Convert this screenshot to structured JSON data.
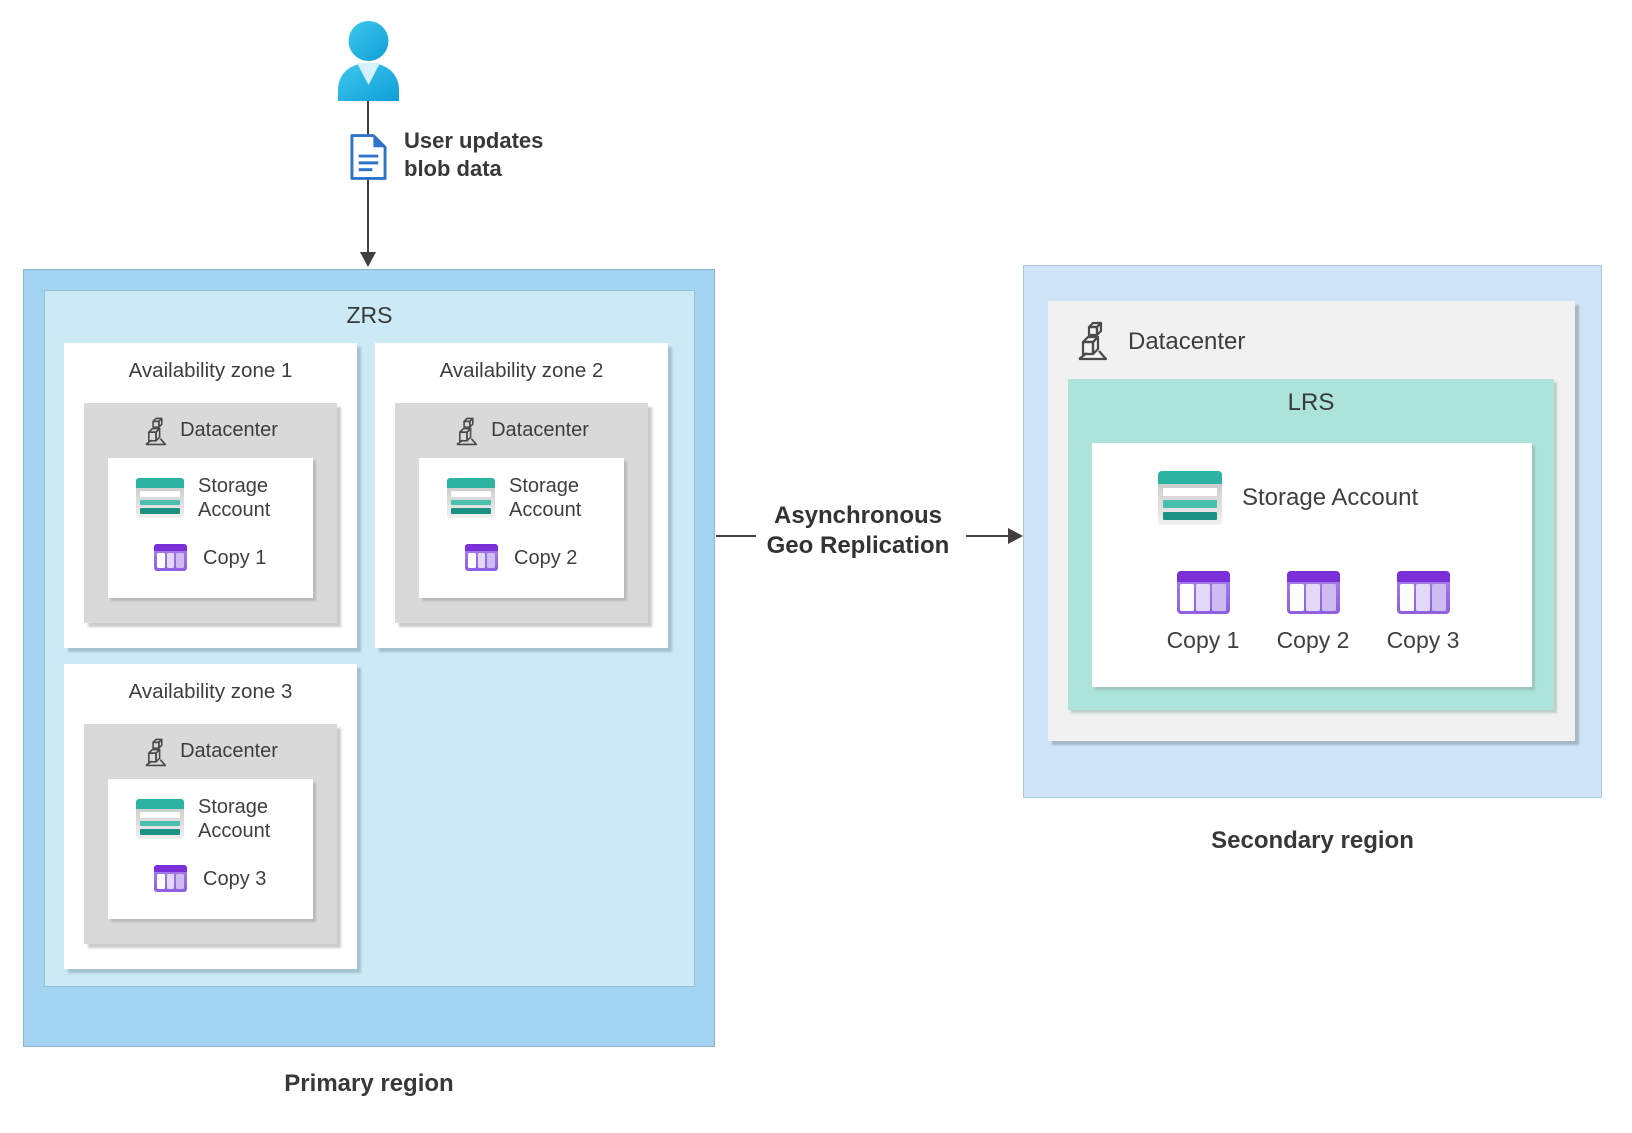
{
  "user_flow": {
    "label": "User updates blob data",
    "person_icon": "person-icon",
    "document_icon": "document-icon"
  },
  "primary": {
    "zrs_label": "ZRS",
    "region_label": "Primary region",
    "zones": [
      {
        "title": "Availability zone 1",
        "datacenter_label": "Datacenter",
        "storage_label": "Storage Account",
        "copy_label": "Copy 1"
      },
      {
        "title": "Availability zone 2",
        "datacenter_label": "Datacenter",
        "storage_label": "Storage Account",
        "copy_label": "Copy 2"
      },
      {
        "title": "Availability zone 3",
        "datacenter_label": "Datacenter",
        "storage_label": "Storage Account",
        "copy_label": "Copy 3"
      }
    ]
  },
  "replication": {
    "label": "Asynchronous Geo Replication"
  },
  "secondary": {
    "datacenter_label": "Datacenter",
    "lrs_label": "LRS",
    "storage_label": "Storage Account",
    "copies": [
      "Copy 1",
      "Copy 2",
      "Copy 3"
    ],
    "region_label": "Secondary region"
  },
  "colors": {
    "primary-outer": "#a3d5f2",
    "zrs-fill": "#cbeaf5",
    "sec-outer": "#cfe4f7",
    "dc-gray": "#d9d9d9",
    "sec-gray": "#f1f1f1",
    "lrs-fill": "#ace4d9",
    "teal-head": "#2db3a2",
    "teal-mid": "#49bfad",
    "teal-dark": "#1e9185",
    "purple-head": "#7a2fd8",
    "line-color": "#404040",
    "text-color": "#3b3b3b",
    "doc-blue": "#2e74c9",
    "person-a": "#3fc8ee",
    "person-b": "#0f9ed6"
  }
}
